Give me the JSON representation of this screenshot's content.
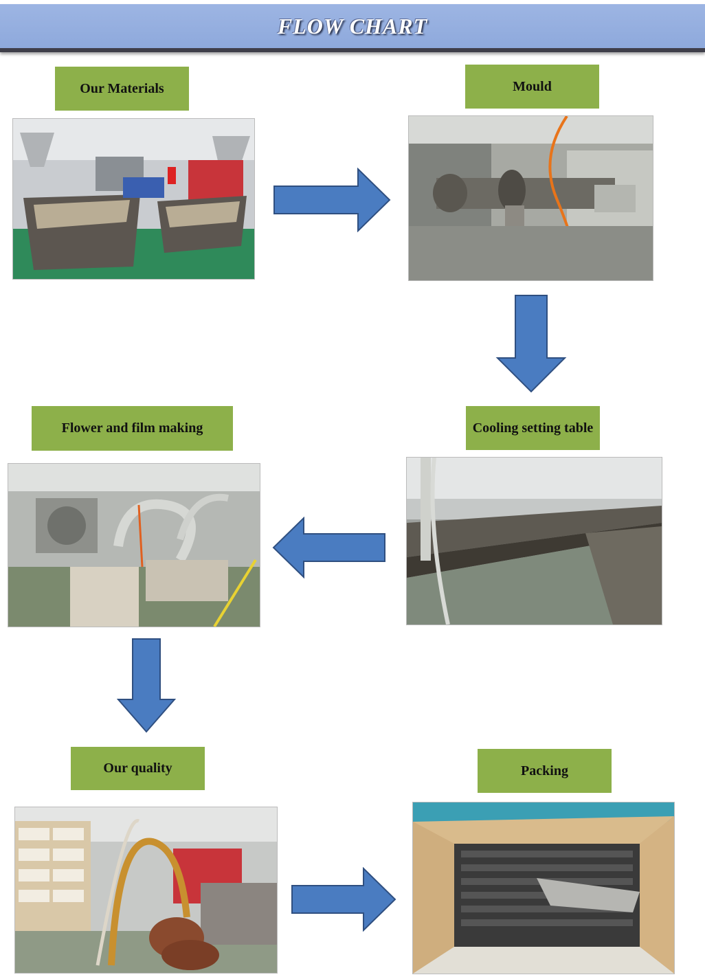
{
  "header": {
    "title": "FLOW CHART"
  },
  "steps": {
    "materials": {
      "label": "Our Materials"
    },
    "mould": {
      "label": "Mould"
    },
    "cooling": {
      "label": "Cooling setting table"
    },
    "flower": {
      "label": "Flower and film making"
    },
    "quality": {
      "label": "Our quality"
    },
    "packing": {
      "label": "Packing"
    }
  },
  "colors": {
    "header_band": "#8ea9dc",
    "label_fill": "#8db04a",
    "arrow_fill": "#4a7cc1",
    "arrow_stroke": "#2f4f80"
  },
  "arrows": [
    "right",
    "down",
    "left",
    "down",
    "right"
  ]
}
